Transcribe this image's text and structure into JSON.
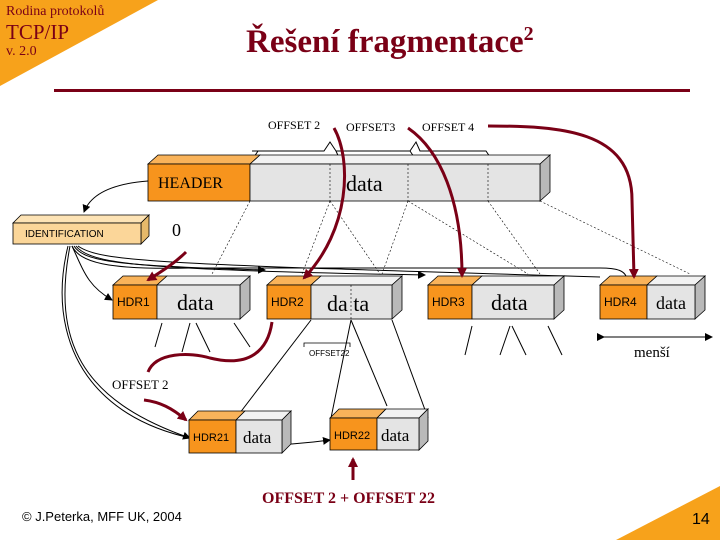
{
  "course": {
    "subtitle": "Rodina protokolů",
    "title": "TCP/IP",
    "version": "v. 2.0"
  },
  "slide": {
    "title": "Řešení fragmentace",
    "title_sup": "2",
    "page": "14"
  },
  "footer": {
    "copyright": "© J.Peterka, MFF UK, 2004"
  },
  "diagram": {
    "header_label": "HEADER",
    "data_label": "data",
    "offsets_top": [
      "OFFSET 2",
      "OFFSET3",
      "OFFSET 4"
    ],
    "identification": "IDENTIFICATION",
    "zero": "0",
    "fragments": [
      {
        "hdr": "HDR1",
        "data": "data"
      },
      {
        "hdr": "HDR2",
        "data": "da ta"
      },
      {
        "hdr": "HDR3",
        "data": "data"
      },
      {
        "hdr": "HDR4",
        "data": "data"
      }
    ],
    "offset22": "OFFSET22",
    "smaller": "menší",
    "offset2_left": "OFFSET 2",
    "subfragments": [
      {
        "hdr": "HDR21",
        "data": "data"
      },
      {
        "hdr": "HDR22",
        "data": "data"
      }
    ],
    "sum_label": "OFFSET 2 + OFFSET 22"
  },
  "colors": {
    "accent": "#f7a21b",
    "dark_red": "#7a0016",
    "box_orange": "#f7941d",
    "box_gray": "#e4e4e4",
    "id_box": "#fbd699"
  }
}
